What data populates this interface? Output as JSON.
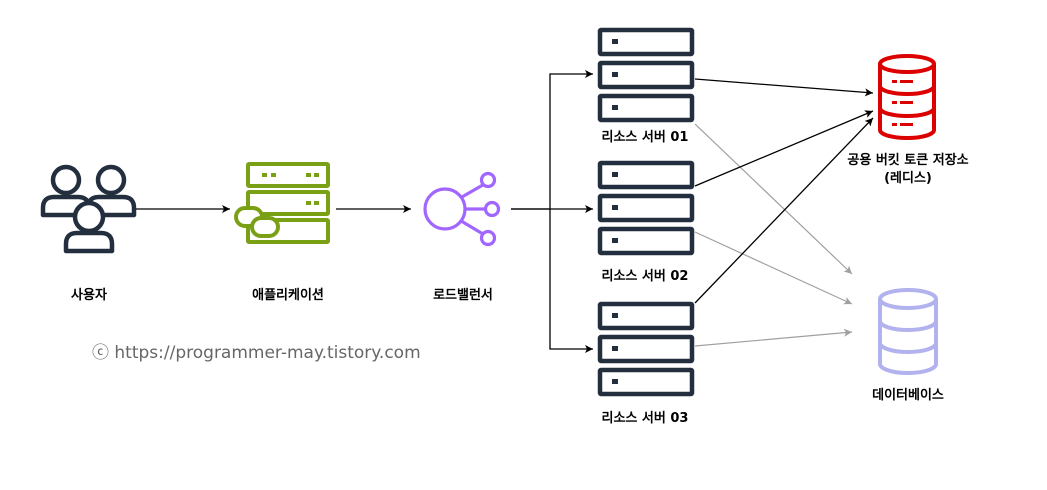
{
  "nodes": {
    "users": {
      "label": "사용자"
    },
    "application": {
      "label": "애플리케이션"
    },
    "load_balancer": {
      "label": "로드밸런서"
    },
    "server_01": {
      "label": "리소스 서버 01"
    },
    "server_02": {
      "label": "리소스 서버 02"
    },
    "server_03": {
      "label": "리소스 서버 03"
    },
    "redis": {
      "label_line1": "공용 버킷 토큰 저장소",
      "label_line2": "(레디스)"
    },
    "database": {
      "label": "데이터베이스"
    }
  },
  "watermark": "ⓒ https://programmer-may.tistory.com",
  "colors": {
    "dark": "#232f3e",
    "app_green": "#7aa116",
    "lb_purple": "#a166ff",
    "redis_red": "#dd0000",
    "db_lavender": "#b2b2ee",
    "edge_black": "#000000",
    "edge_gray": "#a0a0a0"
  }
}
